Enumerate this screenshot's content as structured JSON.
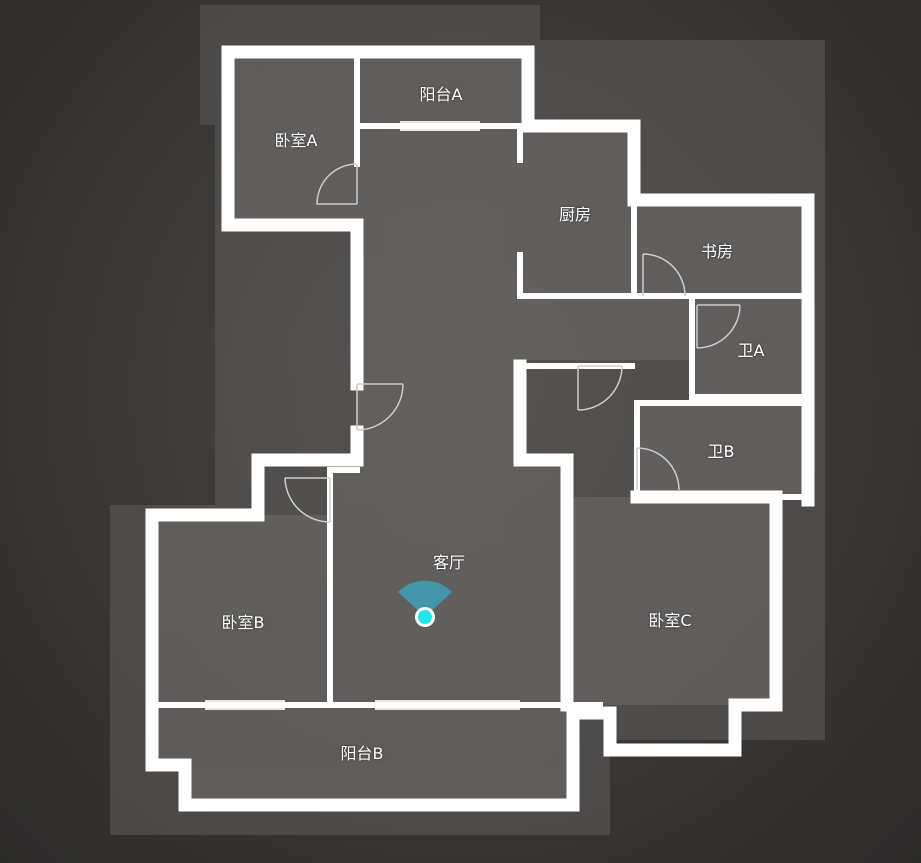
{
  "floorplan": {
    "rooms": [
      {
        "id": "bedroom-a",
        "label": "卧室A"
      },
      {
        "id": "balcony-a",
        "label": "阳台A"
      },
      {
        "id": "kitchen",
        "label": "厨房"
      },
      {
        "id": "study",
        "label": "书房"
      },
      {
        "id": "bath-a",
        "label": "卫A"
      },
      {
        "id": "bath-b",
        "label": "卫B"
      },
      {
        "id": "living-room",
        "label": "客厅"
      },
      {
        "id": "bedroom-b",
        "label": "卧室B"
      },
      {
        "id": "bedroom-c",
        "label": "卧室C"
      },
      {
        "id": "balcony-b",
        "label": "阳台B"
      }
    ],
    "colors": {
      "wall": "#ffffff",
      "interior": "#585655",
      "viewer_accent": "#1ee6ee",
      "view_cone": "#3aa9c4"
    },
    "viewer": {
      "icon": "current-position-marker"
    }
  }
}
